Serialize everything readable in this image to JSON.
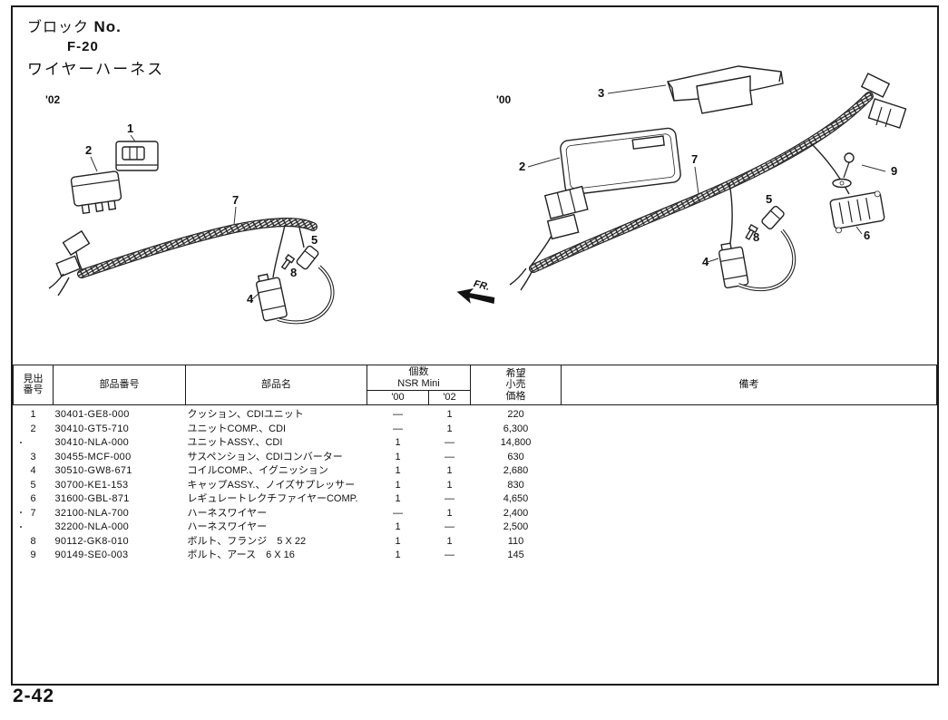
{
  "page": {
    "block_label_jp": "ブロック",
    "block_label_no": "No.",
    "block_no": "F-20",
    "title": "ワイヤーハーネス",
    "page_number": "2-42"
  },
  "diagram": {
    "left_variant": "'02",
    "right_variant": "'00",
    "fr_label": "FR.",
    "left_callouts": [
      "1",
      "2",
      "7",
      "5",
      "8",
      "4"
    ],
    "right_callouts": [
      "3",
      "2",
      "7",
      "9",
      "6",
      "5",
      "8",
      "4"
    ]
  },
  "table": {
    "headers": {
      "index": "見出\n番号",
      "part_number": "部品番号",
      "part_name": "部品名",
      "qty_group": "個数\nNSR Mini",
      "qty_00": "'00",
      "qty_02": "'02",
      "price": "希望\n小売\n価格",
      "remarks": "備考"
    },
    "rows": [
      {
        "mark": "",
        "index": "1",
        "part_number": "30401-GE8-000",
        "part_name": "クッション、CDIユニット",
        "qty_00": "—",
        "qty_02": "1",
        "price": "220",
        "remarks": ""
      },
      {
        "mark": "",
        "index": "2",
        "part_number": "30410-GT5-710",
        "part_name": "ユニットCOMP.、CDI",
        "qty_00": "—",
        "qty_02": "1",
        "price": "6,300",
        "remarks": ""
      },
      {
        "mark": "・",
        "index": "",
        "part_number": "30410-NLA-000",
        "part_name": "ユニットASSY.、CDI",
        "qty_00": "1",
        "qty_02": "—",
        "price": "14,800",
        "remarks": ""
      },
      {
        "mark": "",
        "index": "3",
        "part_number": "30455-MCF-000",
        "part_name": "サスペンション、CDIコンバーター",
        "qty_00": "1",
        "qty_02": "—",
        "price": "630",
        "remarks": ""
      },
      {
        "mark": "",
        "index": "4",
        "part_number": "30510-GW8-671",
        "part_name": "コイルCOMP.、イグニッション",
        "qty_00": "1",
        "qty_02": "1",
        "price": "2,680",
        "remarks": ""
      },
      {
        "mark": "",
        "index": "5",
        "part_number": "30700-KE1-153",
        "part_name": "キャップASSY.、ノイズサプレッサー",
        "qty_00": "1",
        "qty_02": "1",
        "price": "830",
        "remarks": ""
      },
      {
        "mark": "",
        "index": "6",
        "part_number": "31600-GBL-871",
        "part_name": "レギュレートレクチファイヤーCOMP.",
        "qty_00": "1",
        "qty_02": "—",
        "price": "4,650",
        "remarks": ""
      },
      {
        "mark": "・",
        "index": "7",
        "part_number": "32100-NLA-700",
        "part_name": "ハーネスワイヤー",
        "qty_00": "—",
        "qty_02": "1",
        "price": "2,400",
        "remarks": ""
      },
      {
        "mark": "・",
        "index": "",
        "part_number": "32200-NLA-000",
        "part_name": "ハーネスワイヤー",
        "qty_00": "1",
        "qty_02": "—",
        "price": "2,500",
        "remarks": ""
      },
      {
        "mark": "",
        "index": "8",
        "part_number": "90112-GK8-010",
        "part_name": "ボルト、フランジ　5 X 22",
        "qty_00": "1",
        "qty_02": "1",
        "price": "110",
        "remarks": ""
      },
      {
        "mark": "",
        "index": "9",
        "part_number": "90149-SE0-003",
        "part_name": "ボルト、アース　6 X 16",
        "qty_00": "1",
        "qty_02": "—",
        "price": "145",
        "remarks": ""
      }
    ]
  }
}
